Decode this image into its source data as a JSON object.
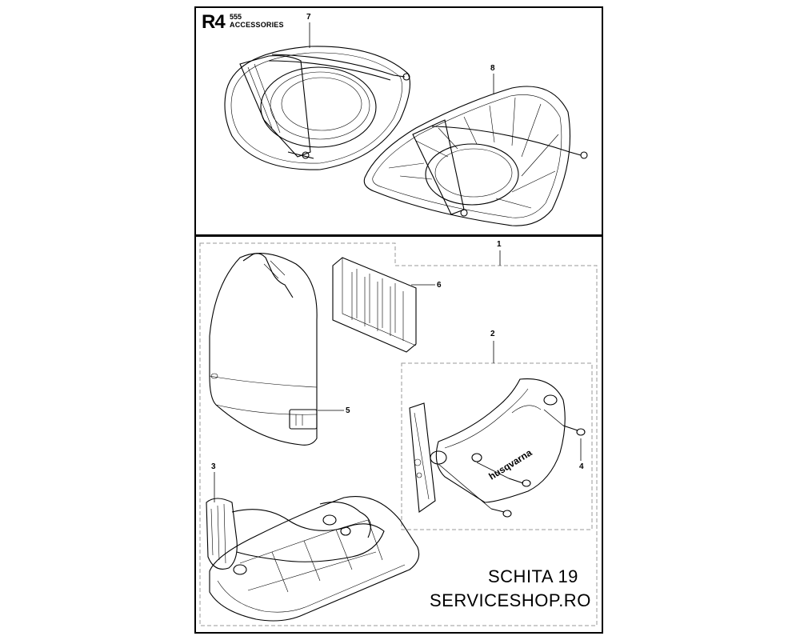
{
  "header": {
    "code": "R4",
    "number": "555",
    "subtitle": "ACCESSORIES"
  },
  "callouts": {
    "c1": "1",
    "c2": "2",
    "c3": "3",
    "c4": "4",
    "c5": "5",
    "c6": "6",
    "c7": "7",
    "c8": "8"
  },
  "parts_graphic": {
    "brand_mark": "husqvarna"
  },
  "footer": {
    "line1": "SCHITA 19",
    "line2": "SERVICESHOP.RO"
  }
}
